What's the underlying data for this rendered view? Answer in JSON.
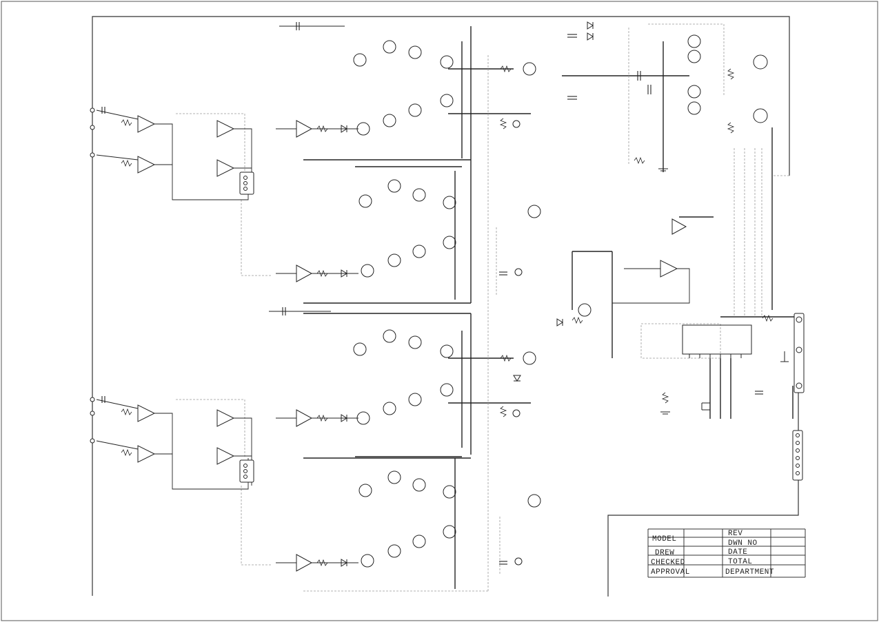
{
  "title_block": {
    "model_label": "MODEL",
    "drew_label": "DREW",
    "checked_label": "CHECKED",
    "approval_label": "APPROVAL",
    "rev_label": "REV",
    "dwn_no_label": "DWN NO",
    "date_label": "DATE",
    "total_label": "TOTAL",
    "department_label": "DEPARTMENT"
  },
  "colors": {
    "ink": "#222222",
    "paper": "#ffffff",
    "frame": "#333333"
  },
  "symbols": {
    "transistor": "npn-transistor-symbol",
    "opamp": "op-amp-triangle-symbol",
    "resistor": "zigzag-resistor-symbol",
    "capacitor": "parallel-plate-capacitor-symbol",
    "diode": "diode-symbol",
    "chip": "integrated-circuit-symbol",
    "connector": "terminal-connector-symbol"
  }
}
